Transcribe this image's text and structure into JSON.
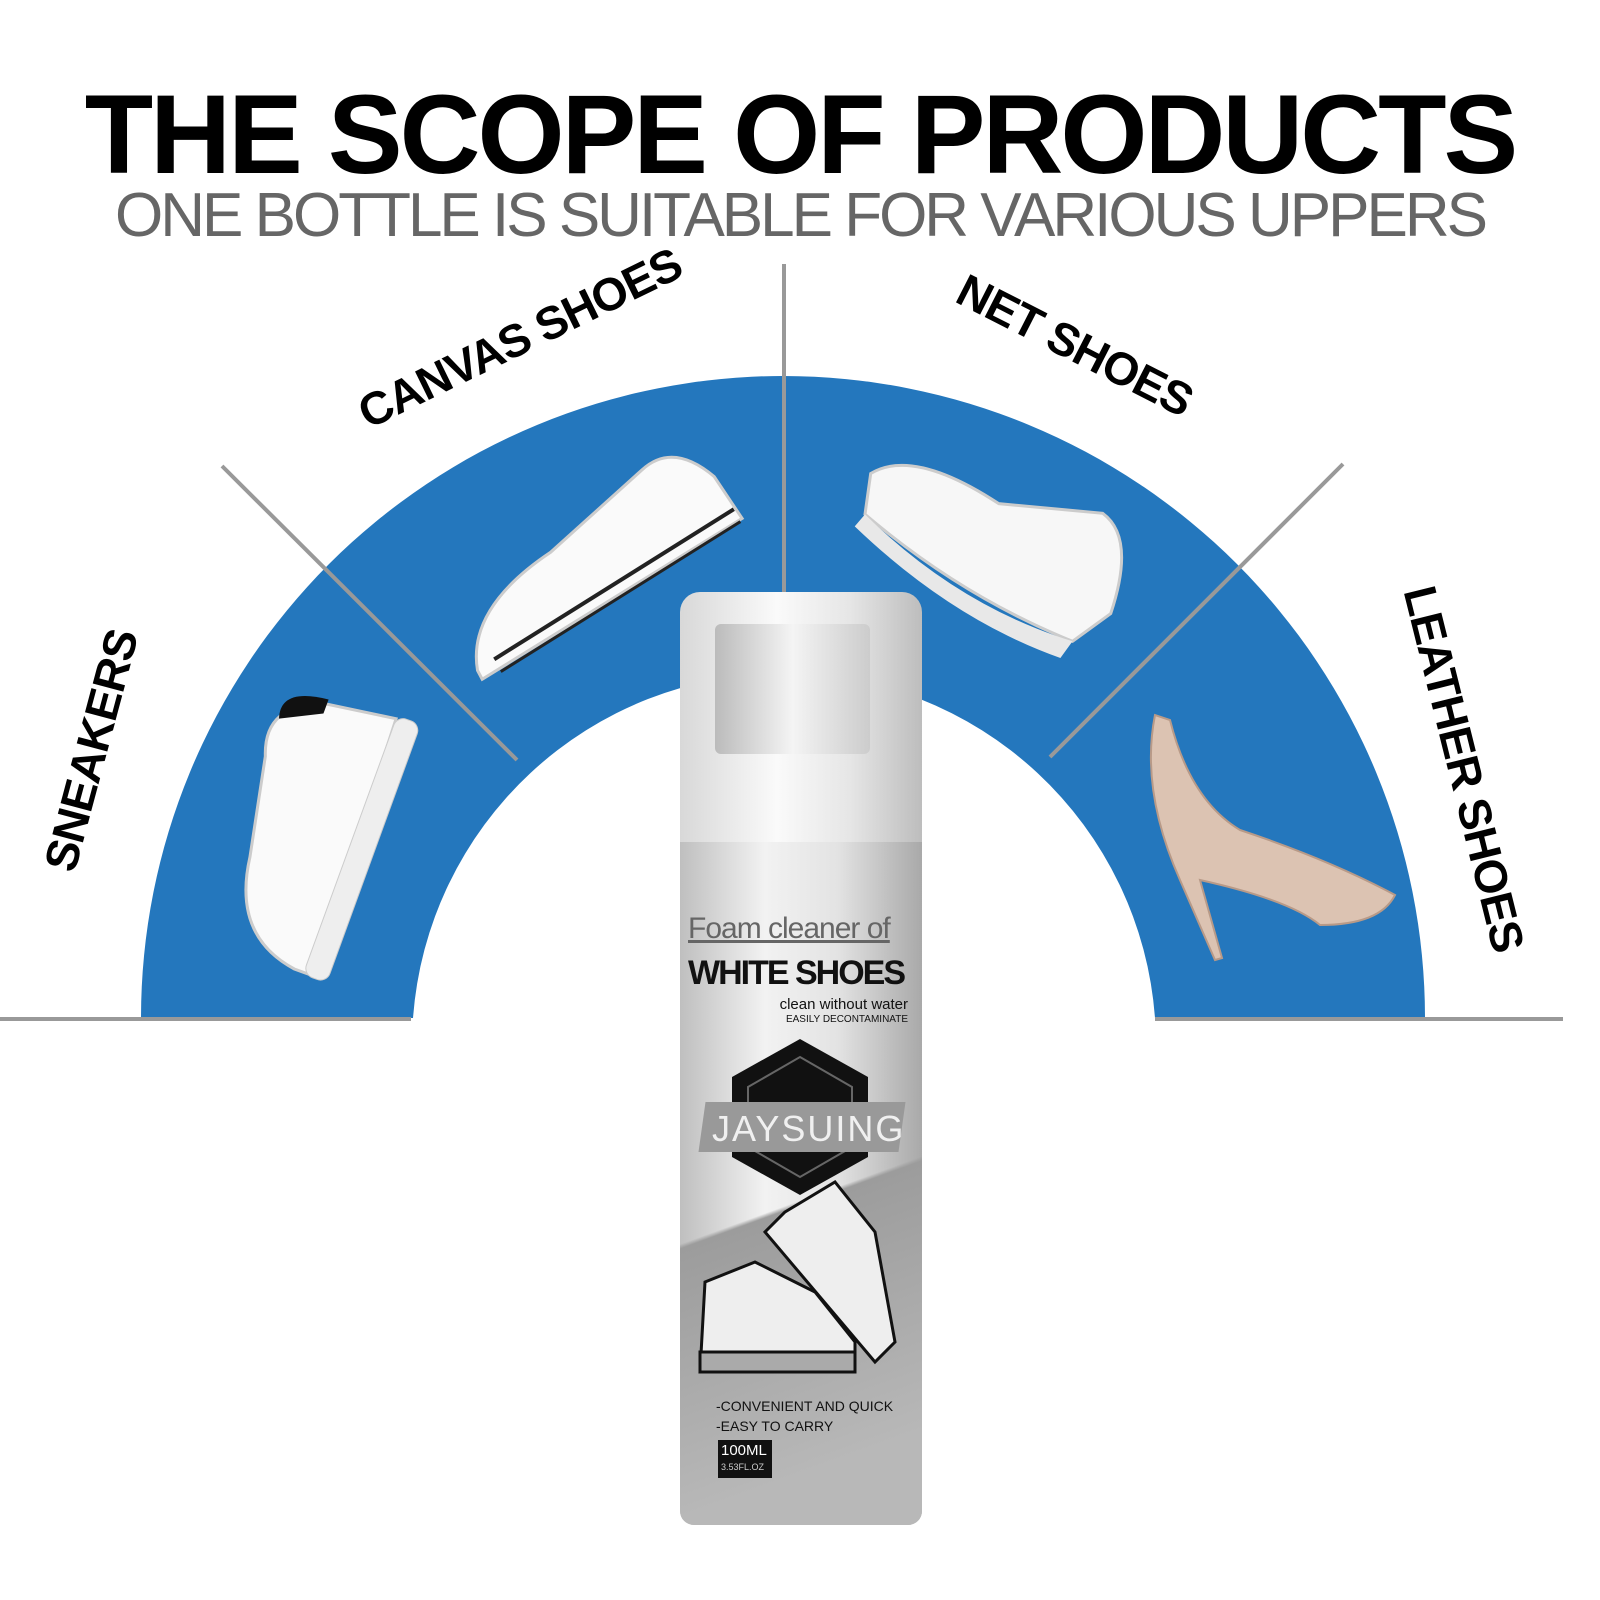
{
  "header": {
    "title": "THE SCOPE OF PRODUCTS",
    "subtitle": "ONE BOTTLE IS SUITABLE FOR VARIOUS UPPERS"
  },
  "categories": [
    {
      "label": "SNEAKERS"
    },
    {
      "label": "CANVAS SHOES"
    },
    {
      "label": "NET SHOES"
    },
    {
      "label": "LEATHER SHOES"
    }
  ],
  "bottle": {
    "line1": "Foam cleaner of",
    "line2": "WHITE SHOES",
    "line3": "clean without water",
    "line4": "EASILY DECONTAMINATE",
    "brand": "JAYSUING",
    "feature1": "-CONVENIENT AND QUICK",
    "feature2": "-EASY TO CARRY",
    "volume": "100ML",
    "volume_oz": "3.53FL.OZ"
  },
  "colors": {
    "arc": "#2477bd",
    "divider": "#999999"
  }
}
